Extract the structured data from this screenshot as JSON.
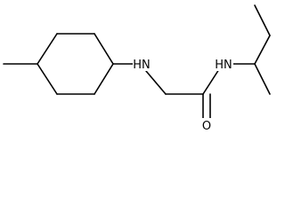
{
  "molecule": {
    "atoms": {
      "amine_nitrogen": {
        "label": "HN"
      },
      "amide_nitrogen": {
        "label": "HN"
      },
      "carbonyl_oxygen": {
        "label": "O"
      }
    }
  },
  "colors": {
    "bond": "#000000",
    "background": "#ffffff"
  }
}
